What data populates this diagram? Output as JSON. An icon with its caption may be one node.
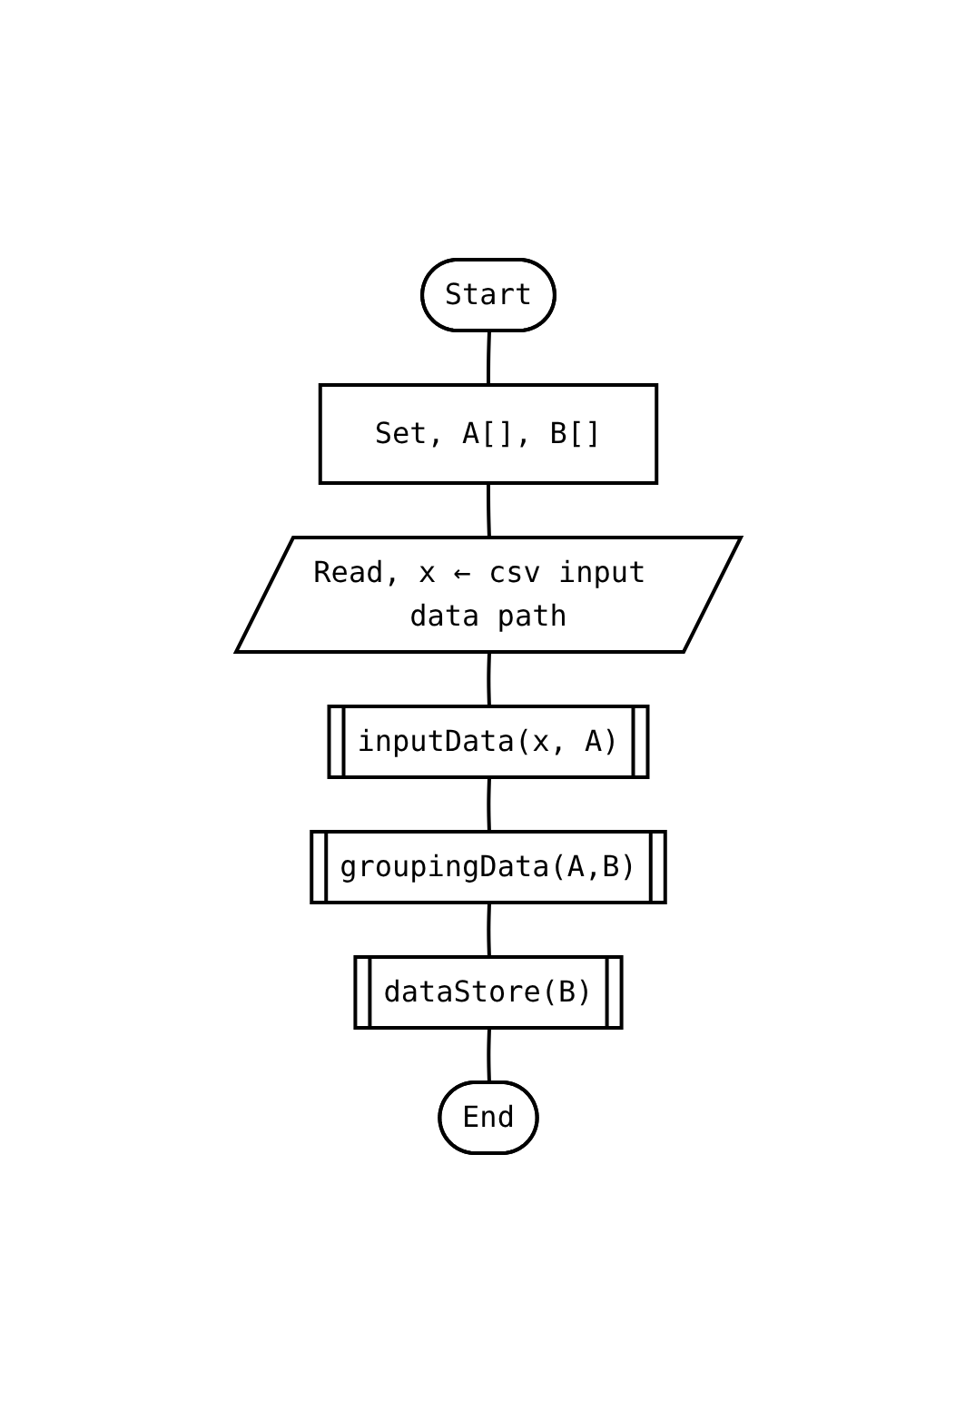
{
  "diagram": {
    "nodes": [
      {
        "text": [
          "Start"
        ]
      },
      {
        "text": [
          "Set, A[], B[]"
        ]
      },
      {
        "text": [
          "Read, x ← csv input data path"
        ]
      },
      {
        "text": [
          "inputData(x, A)"
        ]
      },
      {
        "text": [
          "groupingData(A,B)"
        ]
      },
      {
        "text": [
          "dataStore(B)"
        ]
      },
      {
        "text": [
          "End"
        ]
      }
    ],
    "edges": [
      {
        "from": 0,
        "to": 1,
        "arrow": "none"
      },
      {
        "from": 1,
        "to": 2,
        "arrow": "none"
      },
      {
        "from": 2,
        "to": 3,
        "arrow": "none"
      },
      {
        "from": 3,
        "to": 4,
        "arrow": "none"
      },
      {
        "from": 4,
        "to": 5,
        "arrow": "none"
      },
      {
        "from": 5,
        "to": 6,
        "arrow": "none"
      }
    ]
  }
}
